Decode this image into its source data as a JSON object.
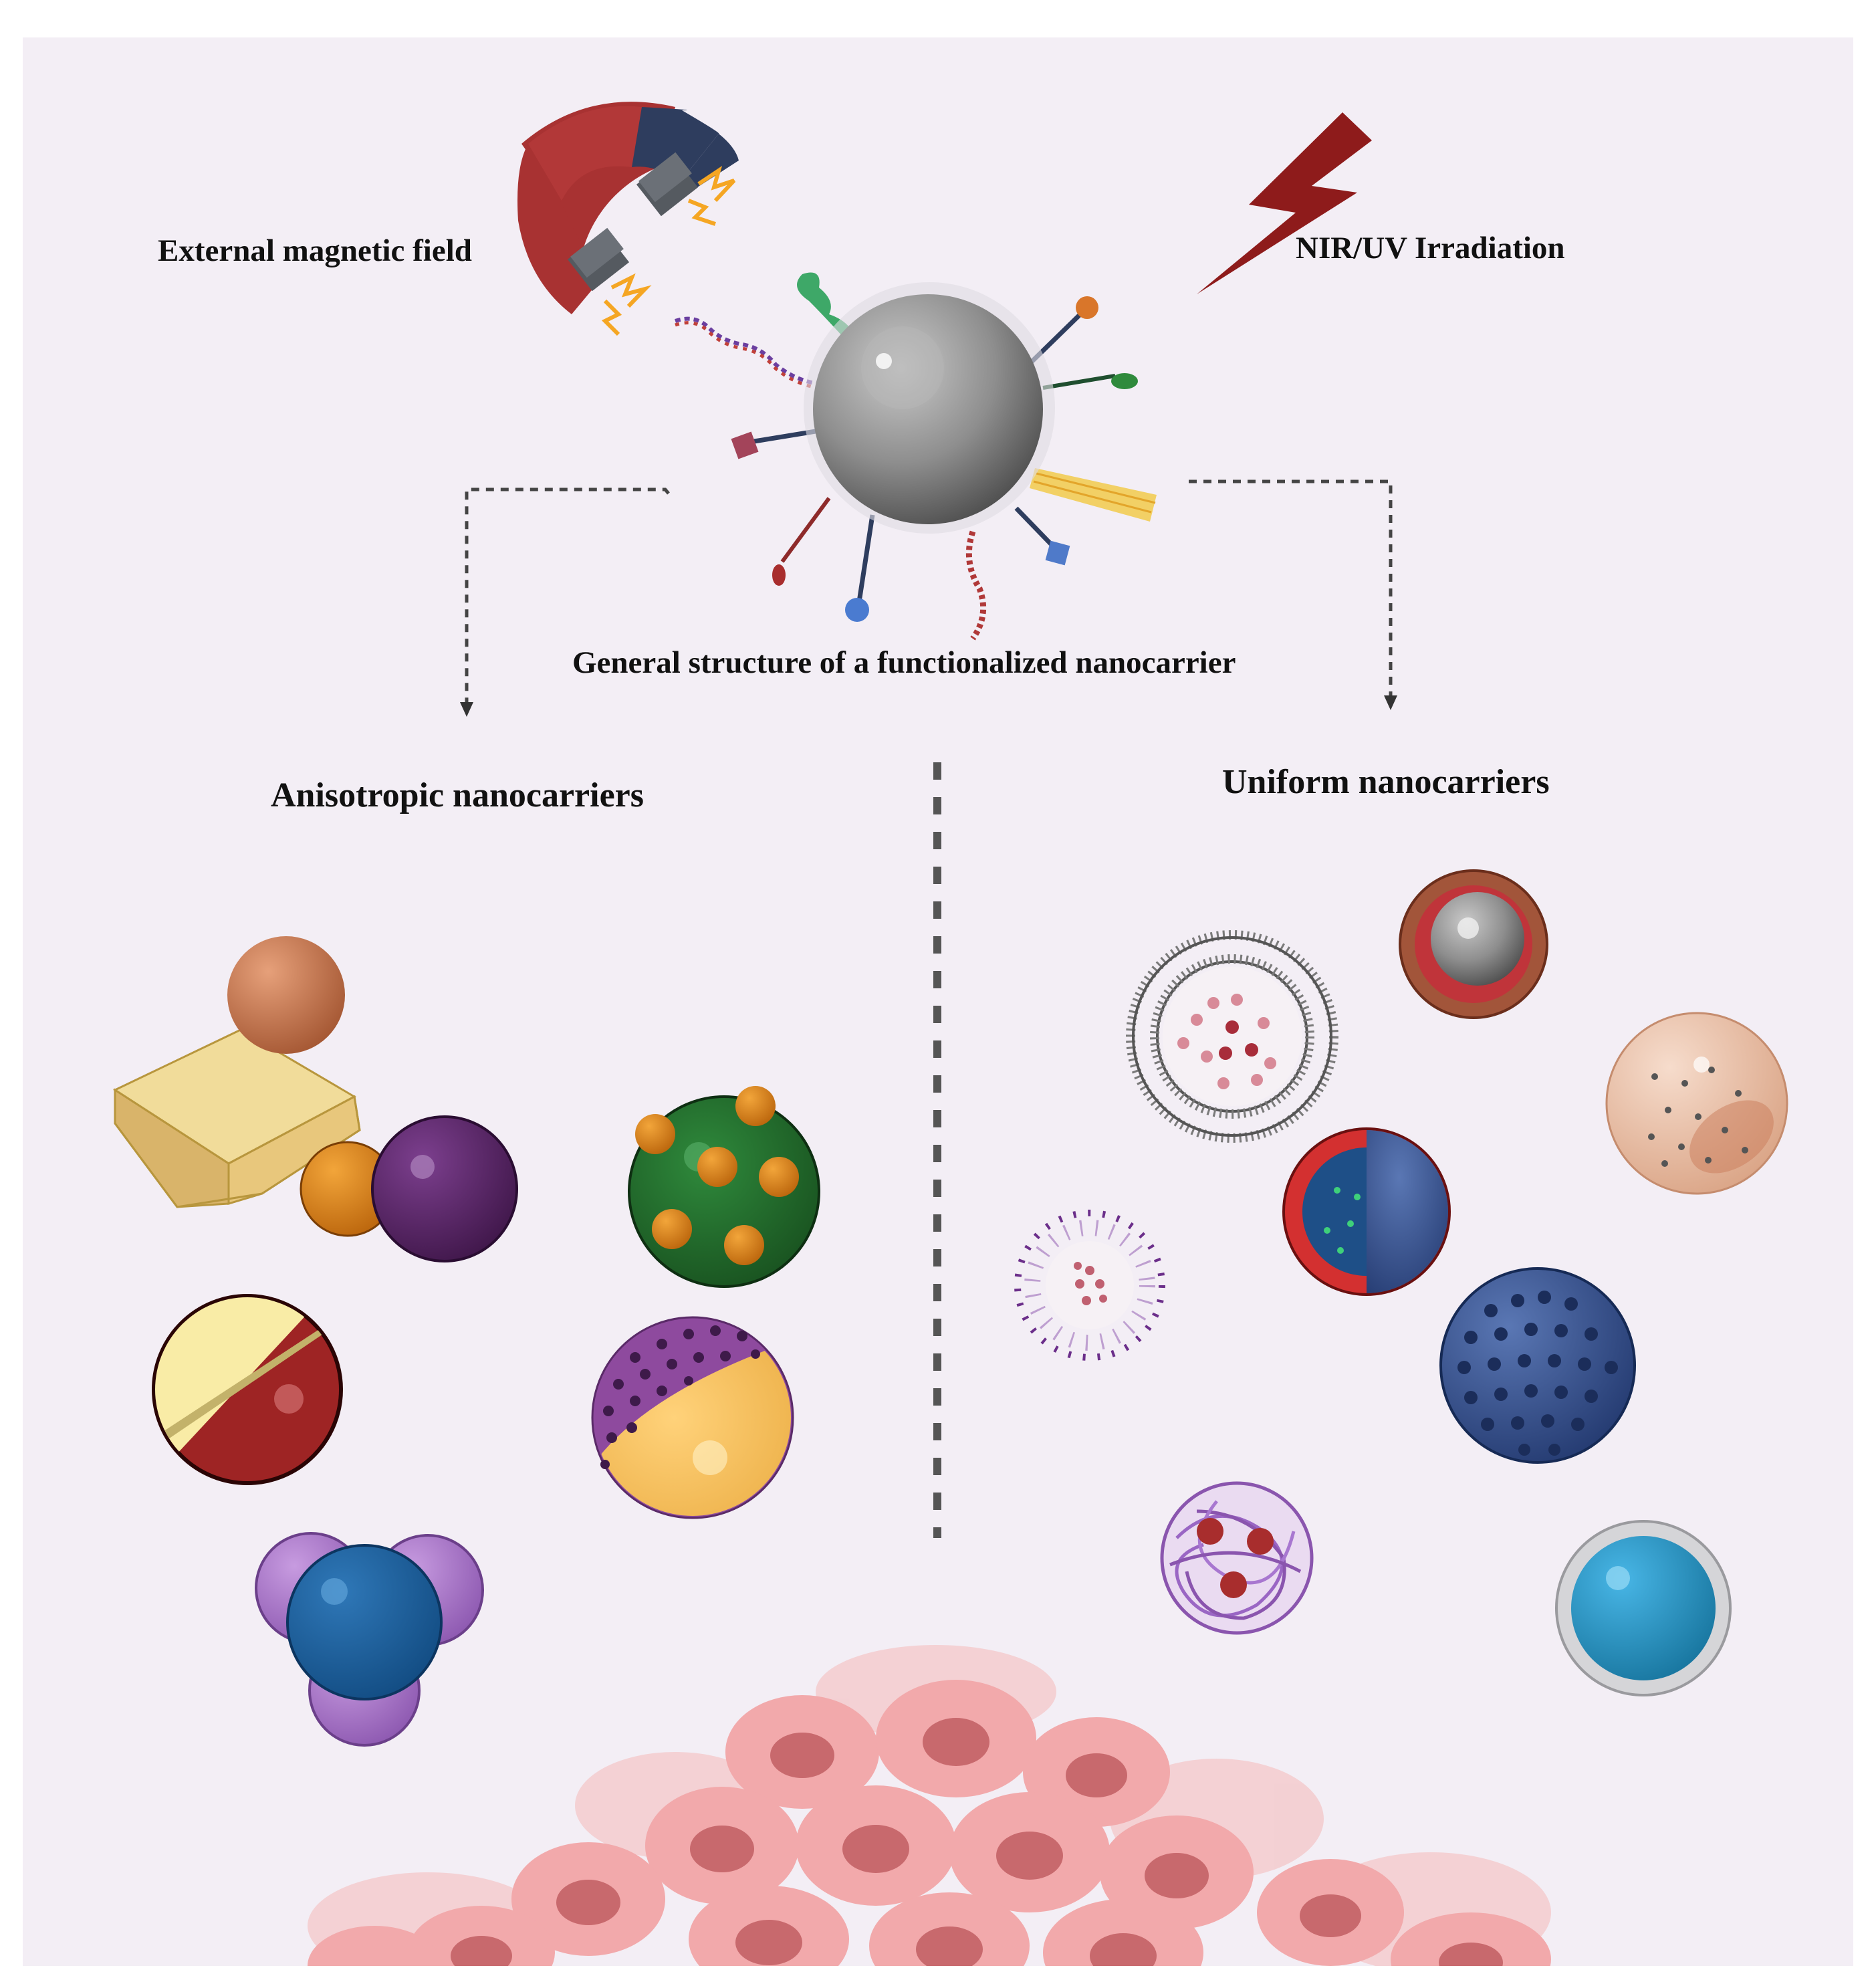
{
  "labels": {
    "magnetic_field": "External magnetic field",
    "irradiation": "NIR/UV Irradiation",
    "general_structure": "General structure of a functionalized nanocarrier",
    "anisotropic": "Anisotropic nanocarriers",
    "uniform": "Uniform nanocarriers"
  },
  "colors": {
    "background": "#f3eef5",
    "core_sphere": "#8c8c8c",
    "magnet_red": "#a83232",
    "magnet_blue": "#2e3d5e",
    "lightning": "#8e1b1b",
    "tumor_cells": "#f0a0a0"
  },
  "icons": [
    "horseshoe-magnet-icon",
    "lightning-bolt-icon",
    "nanocarrier-sphere-icon",
    "tumor-cells-icon"
  ]
}
